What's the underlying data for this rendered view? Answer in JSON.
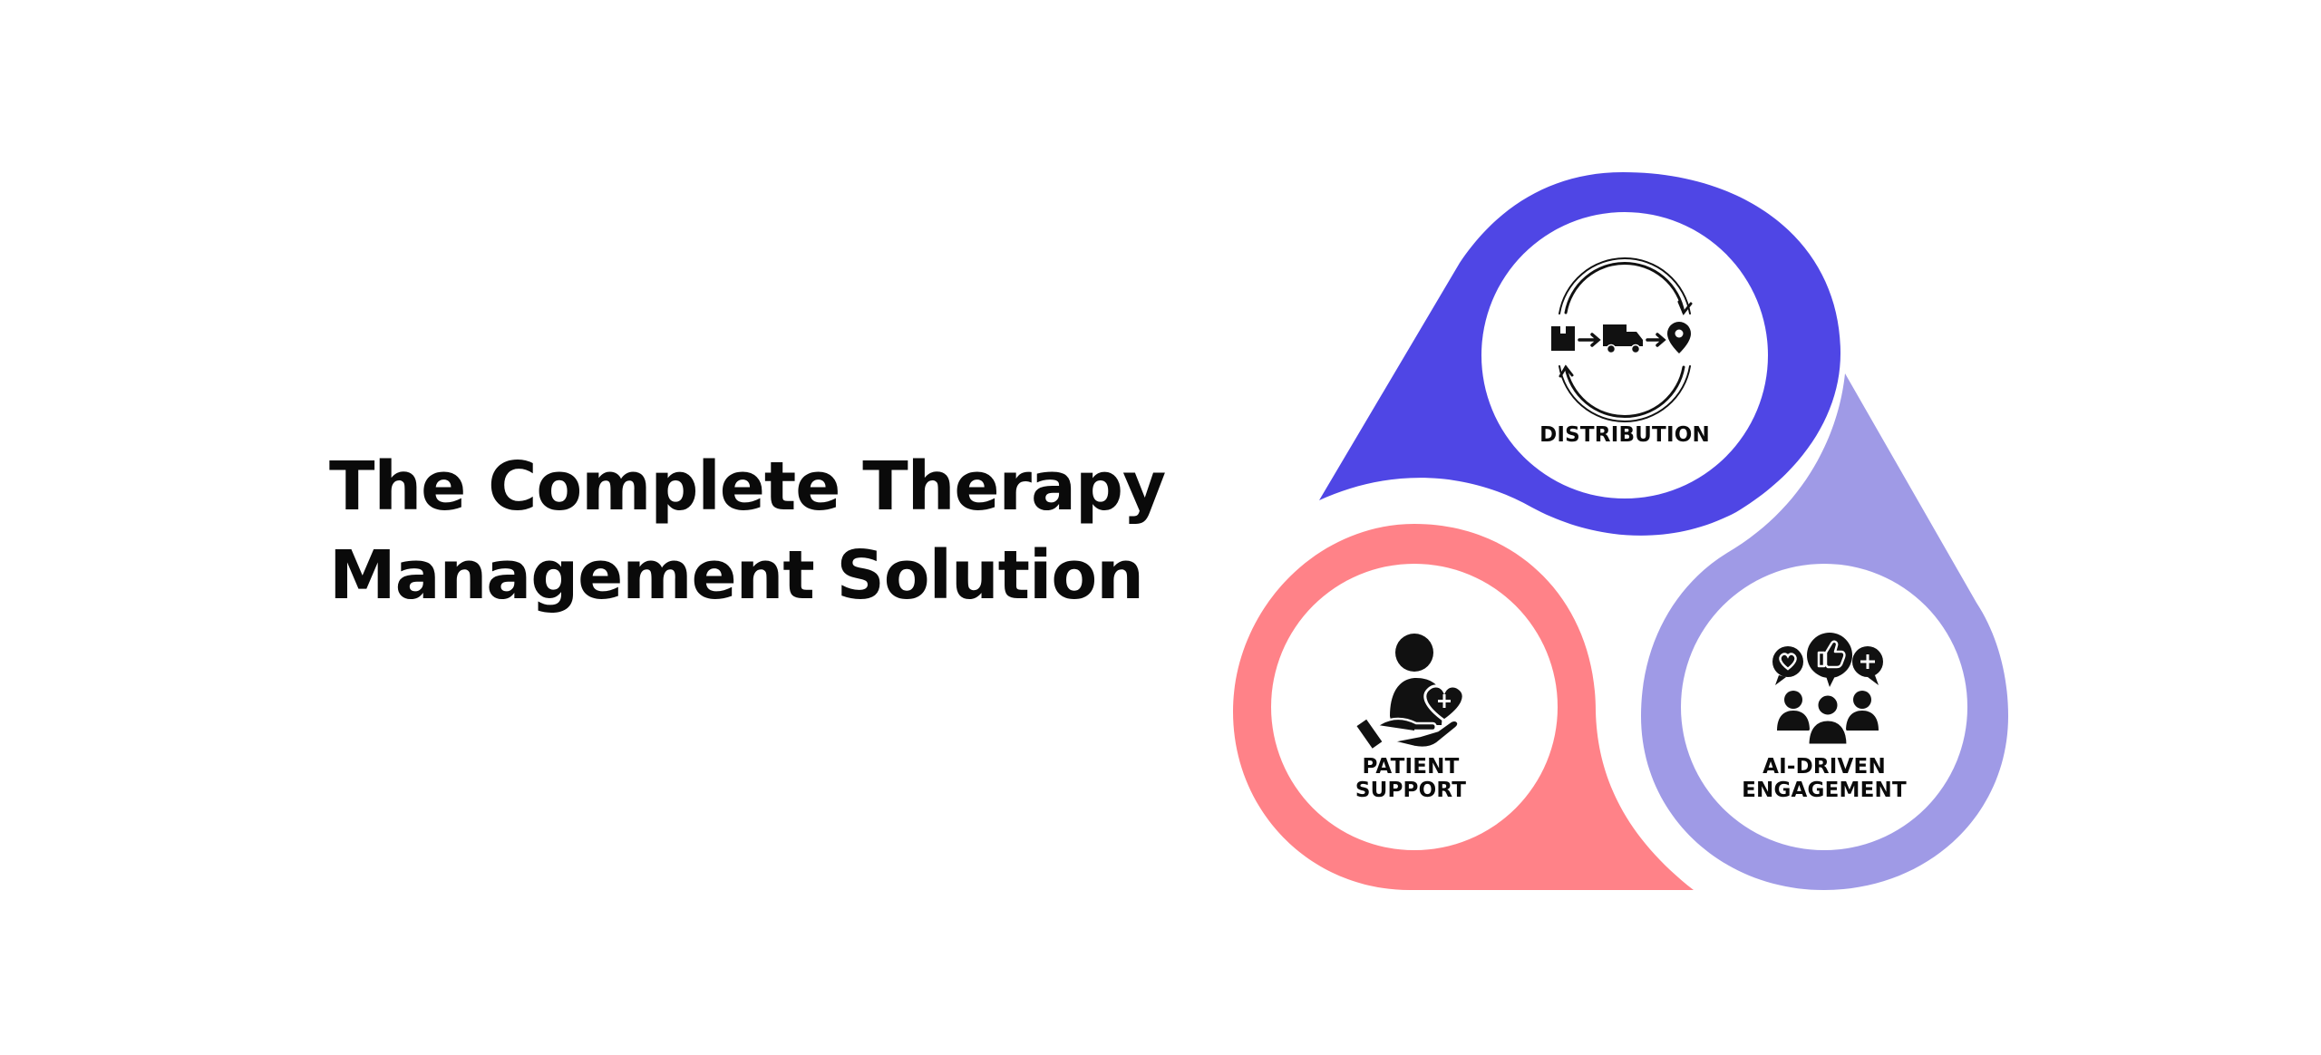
{
  "headline": {
    "line1": "The Complete Therapy",
    "line2": "Management Solution"
  },
  "nodes": {
    "distribution": {
      "label": "DISTRIBUTION",
      "color": "#4f46e5",
      "icon": "logistics-cycle-icon"
    },
    "patient_support": {
      "label_line1": "PATIENT",
      "label_line2": "SUPPORT",
      "color": "#ff8288",
      "icon": "caring-hand-person-icon"
    },
    "ai_engagement": {
      "label_line1": "AI-DRIVEN",
      "label_line2": "ENGAGEMENT",
      "color": "#9f9ae6",
      "icon": "community-feedback-icon"
    }
  }
}
